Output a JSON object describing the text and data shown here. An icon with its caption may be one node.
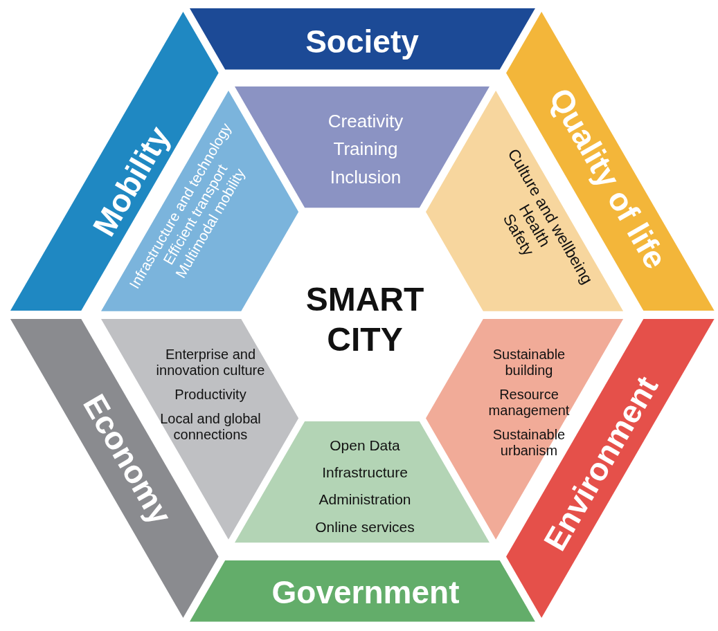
{
  "diagram": {
    "nodes": [
      {
        "text": [
          "Society"
        ]
      },
      {
        "text": [
          "Quality of life"
        ]
      },
      {
        "text": [
          "Environment"
        ]
      },
      {
        "text": [
          "Government"
        ]
      },
      {
        "text": [
          "Economy"
        ]
      },
      {
        "text": [
          "Mobility"
        ]
      },
      {
        "text": [
          "Creativity",
          "Training",
          "Inclusion"
        ]
      },
      {
        "text": [
          "Culture and wellbeing",
          "Health",
          "Safety"
        ]
      },
      {
        "text": [
          "Sustainable building",
          "Resource management",
          "Sustainable urbanism"
        ]
      },
      {
        "text": [
          "Open Data",
          "Infrastructure",
          "Administration",
          "Online services"
        ]
      },
      {
        "text": [
          "Enterprise and innovation culture",
          "Productivity",
          "Local and global connections"
        ]
      },
      {
        "text": [
          "Infrastructure and technology",
          "Efficient transport",
          "Multimodal mobility"
        ]
      },
      {
        "text": [
          "SMART CITY"
        ]
      }
    ]
  }
}
